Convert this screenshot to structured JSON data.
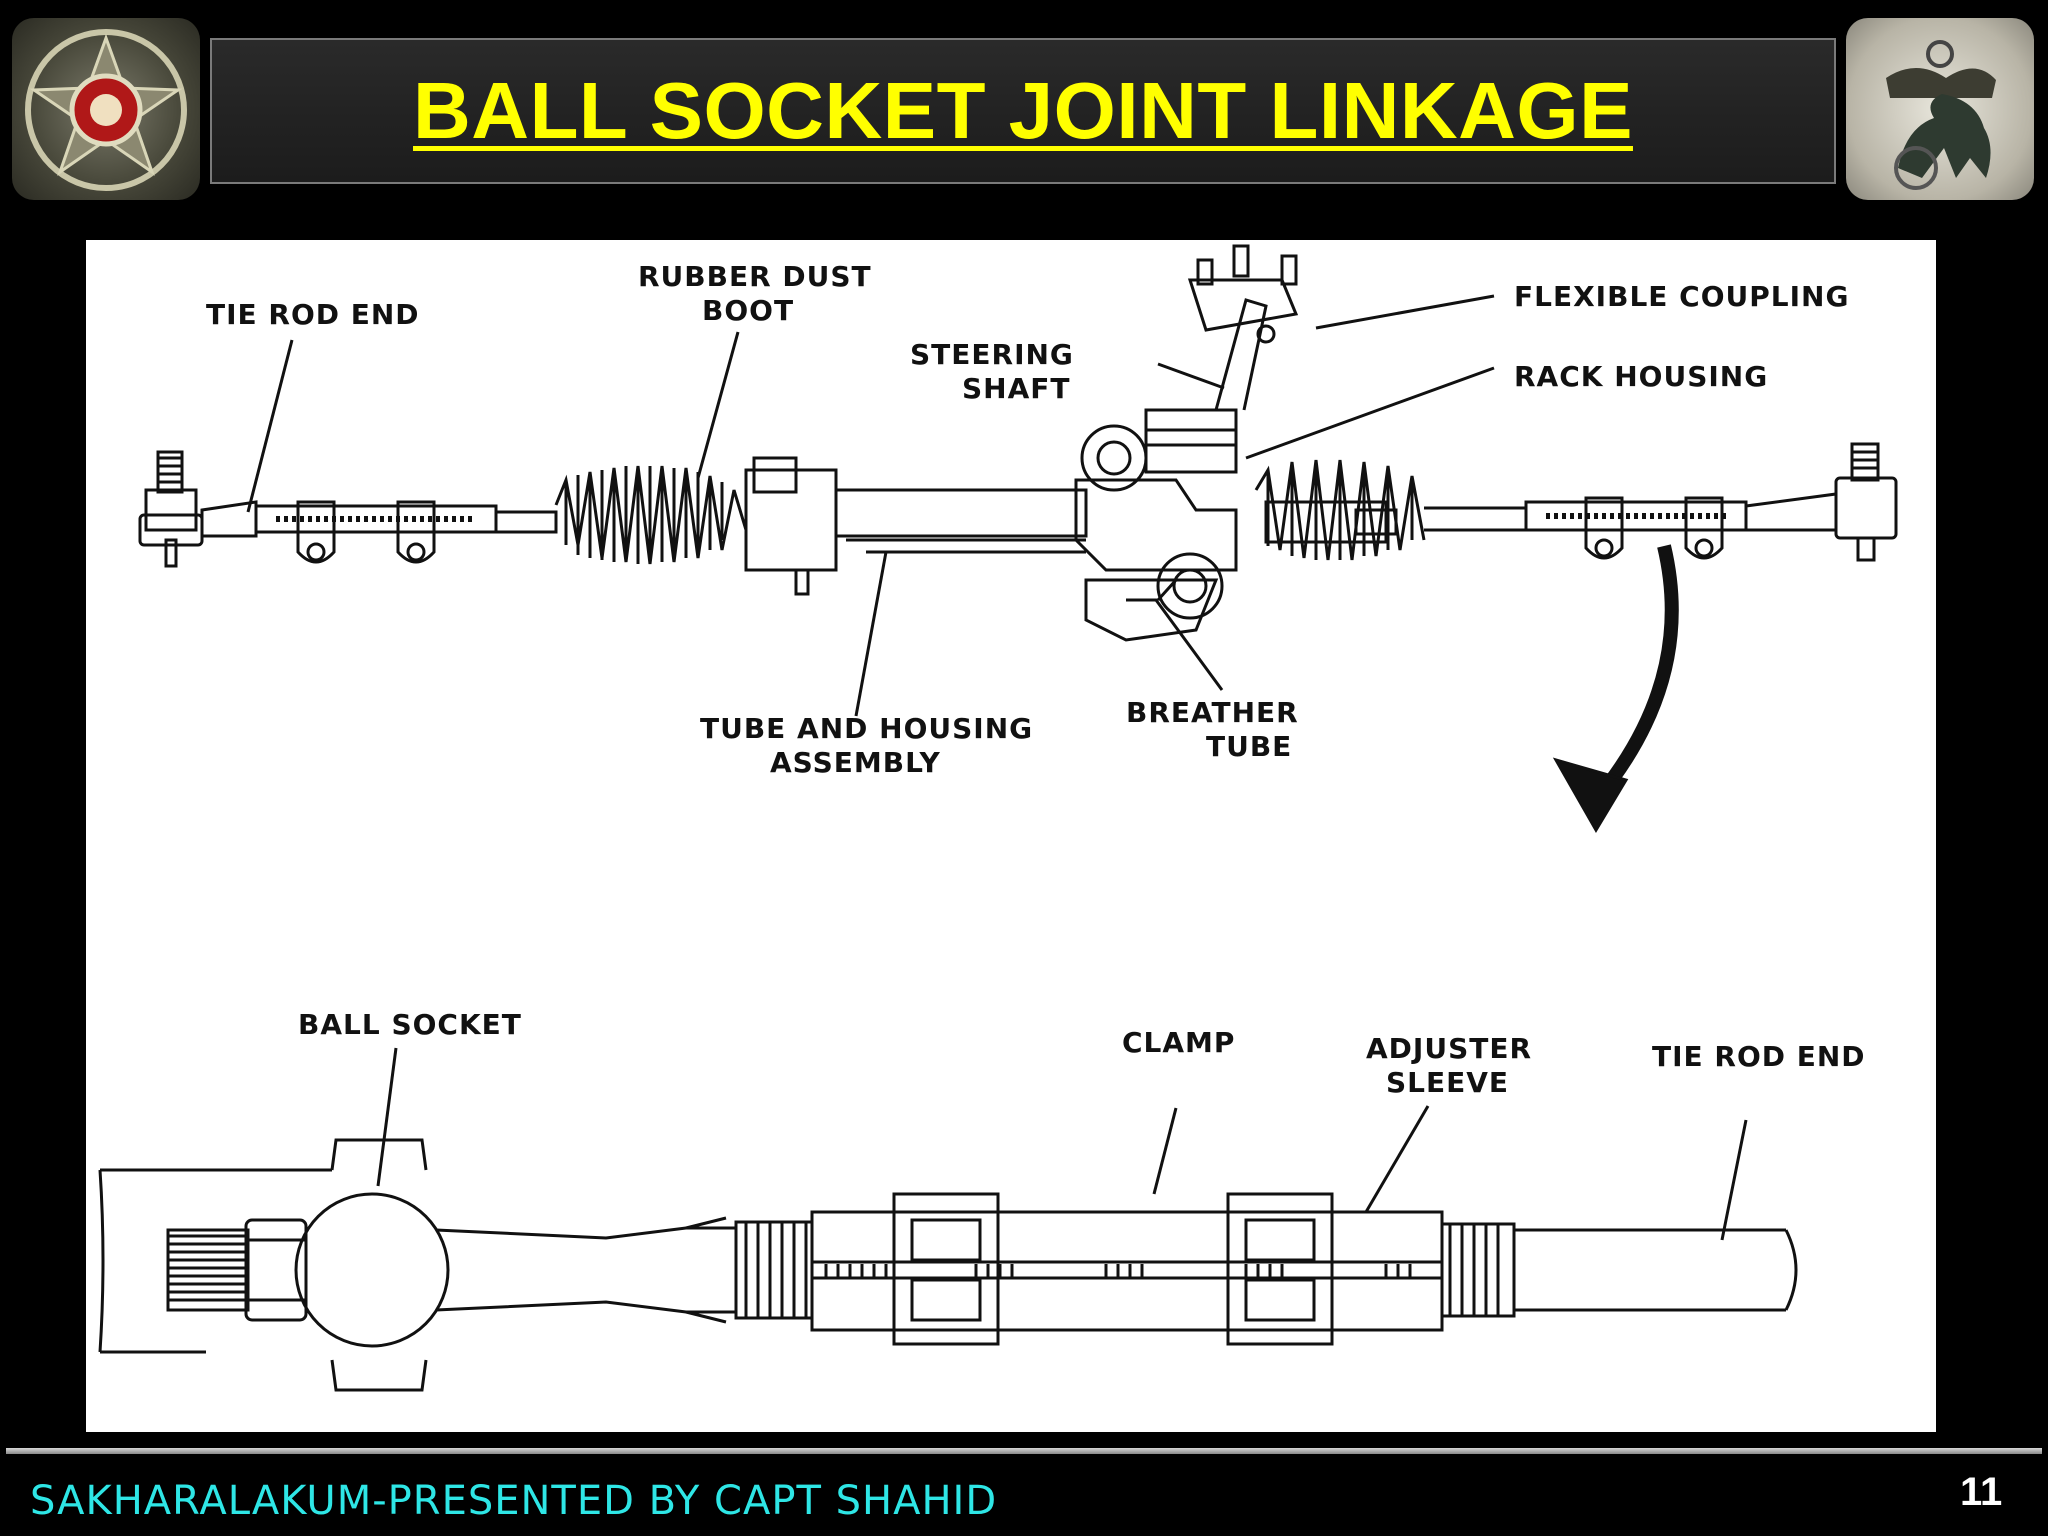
{
  "title": "BALL SOCKET JOINT LINKAGE",
  "footer": "SAKHARALAKUM-PRESENTED BY CAPT SHAHID",
  "page_number": "11",
  "diagram": {
    "labels": {
      "tie_rod_end_top": "TIE ROD END",
      "rubber_dust_boot_1": "RUBBER DUST",
      "rubber_dust_boot_2": "BOOT",
      "steering_shaft_1": "STEERING",
      "steering_shaft_2": "SHAFT",
      "flexible_coupling": "FLEXIBLE COUPLING",
      "rack_housing": "RACK HOUSING",
      "tube_housing_1": "TUBE AND HOUSING",
      "tube_housing_2": "ASSEMBLY",
      "breather_tube_1": "BREATHER",
      "breather_tube_2": "TUBE",
      "ball_socket": "BALL SOCKET",
      "clamp": "CLAMP",
      "adjuster_sleeve_1": "ADJUSTER",
      "adjuster_sleeve_2": "SLEEVE",
      "tie_rod_end_bottom": "TIE ROD END"
    }
  },
  "colors": {
    "title": "#ffff00",
    "footer": "#2ee6e6",
    "background": "#000000",
    "panel": "#ffffff"
  }
}
